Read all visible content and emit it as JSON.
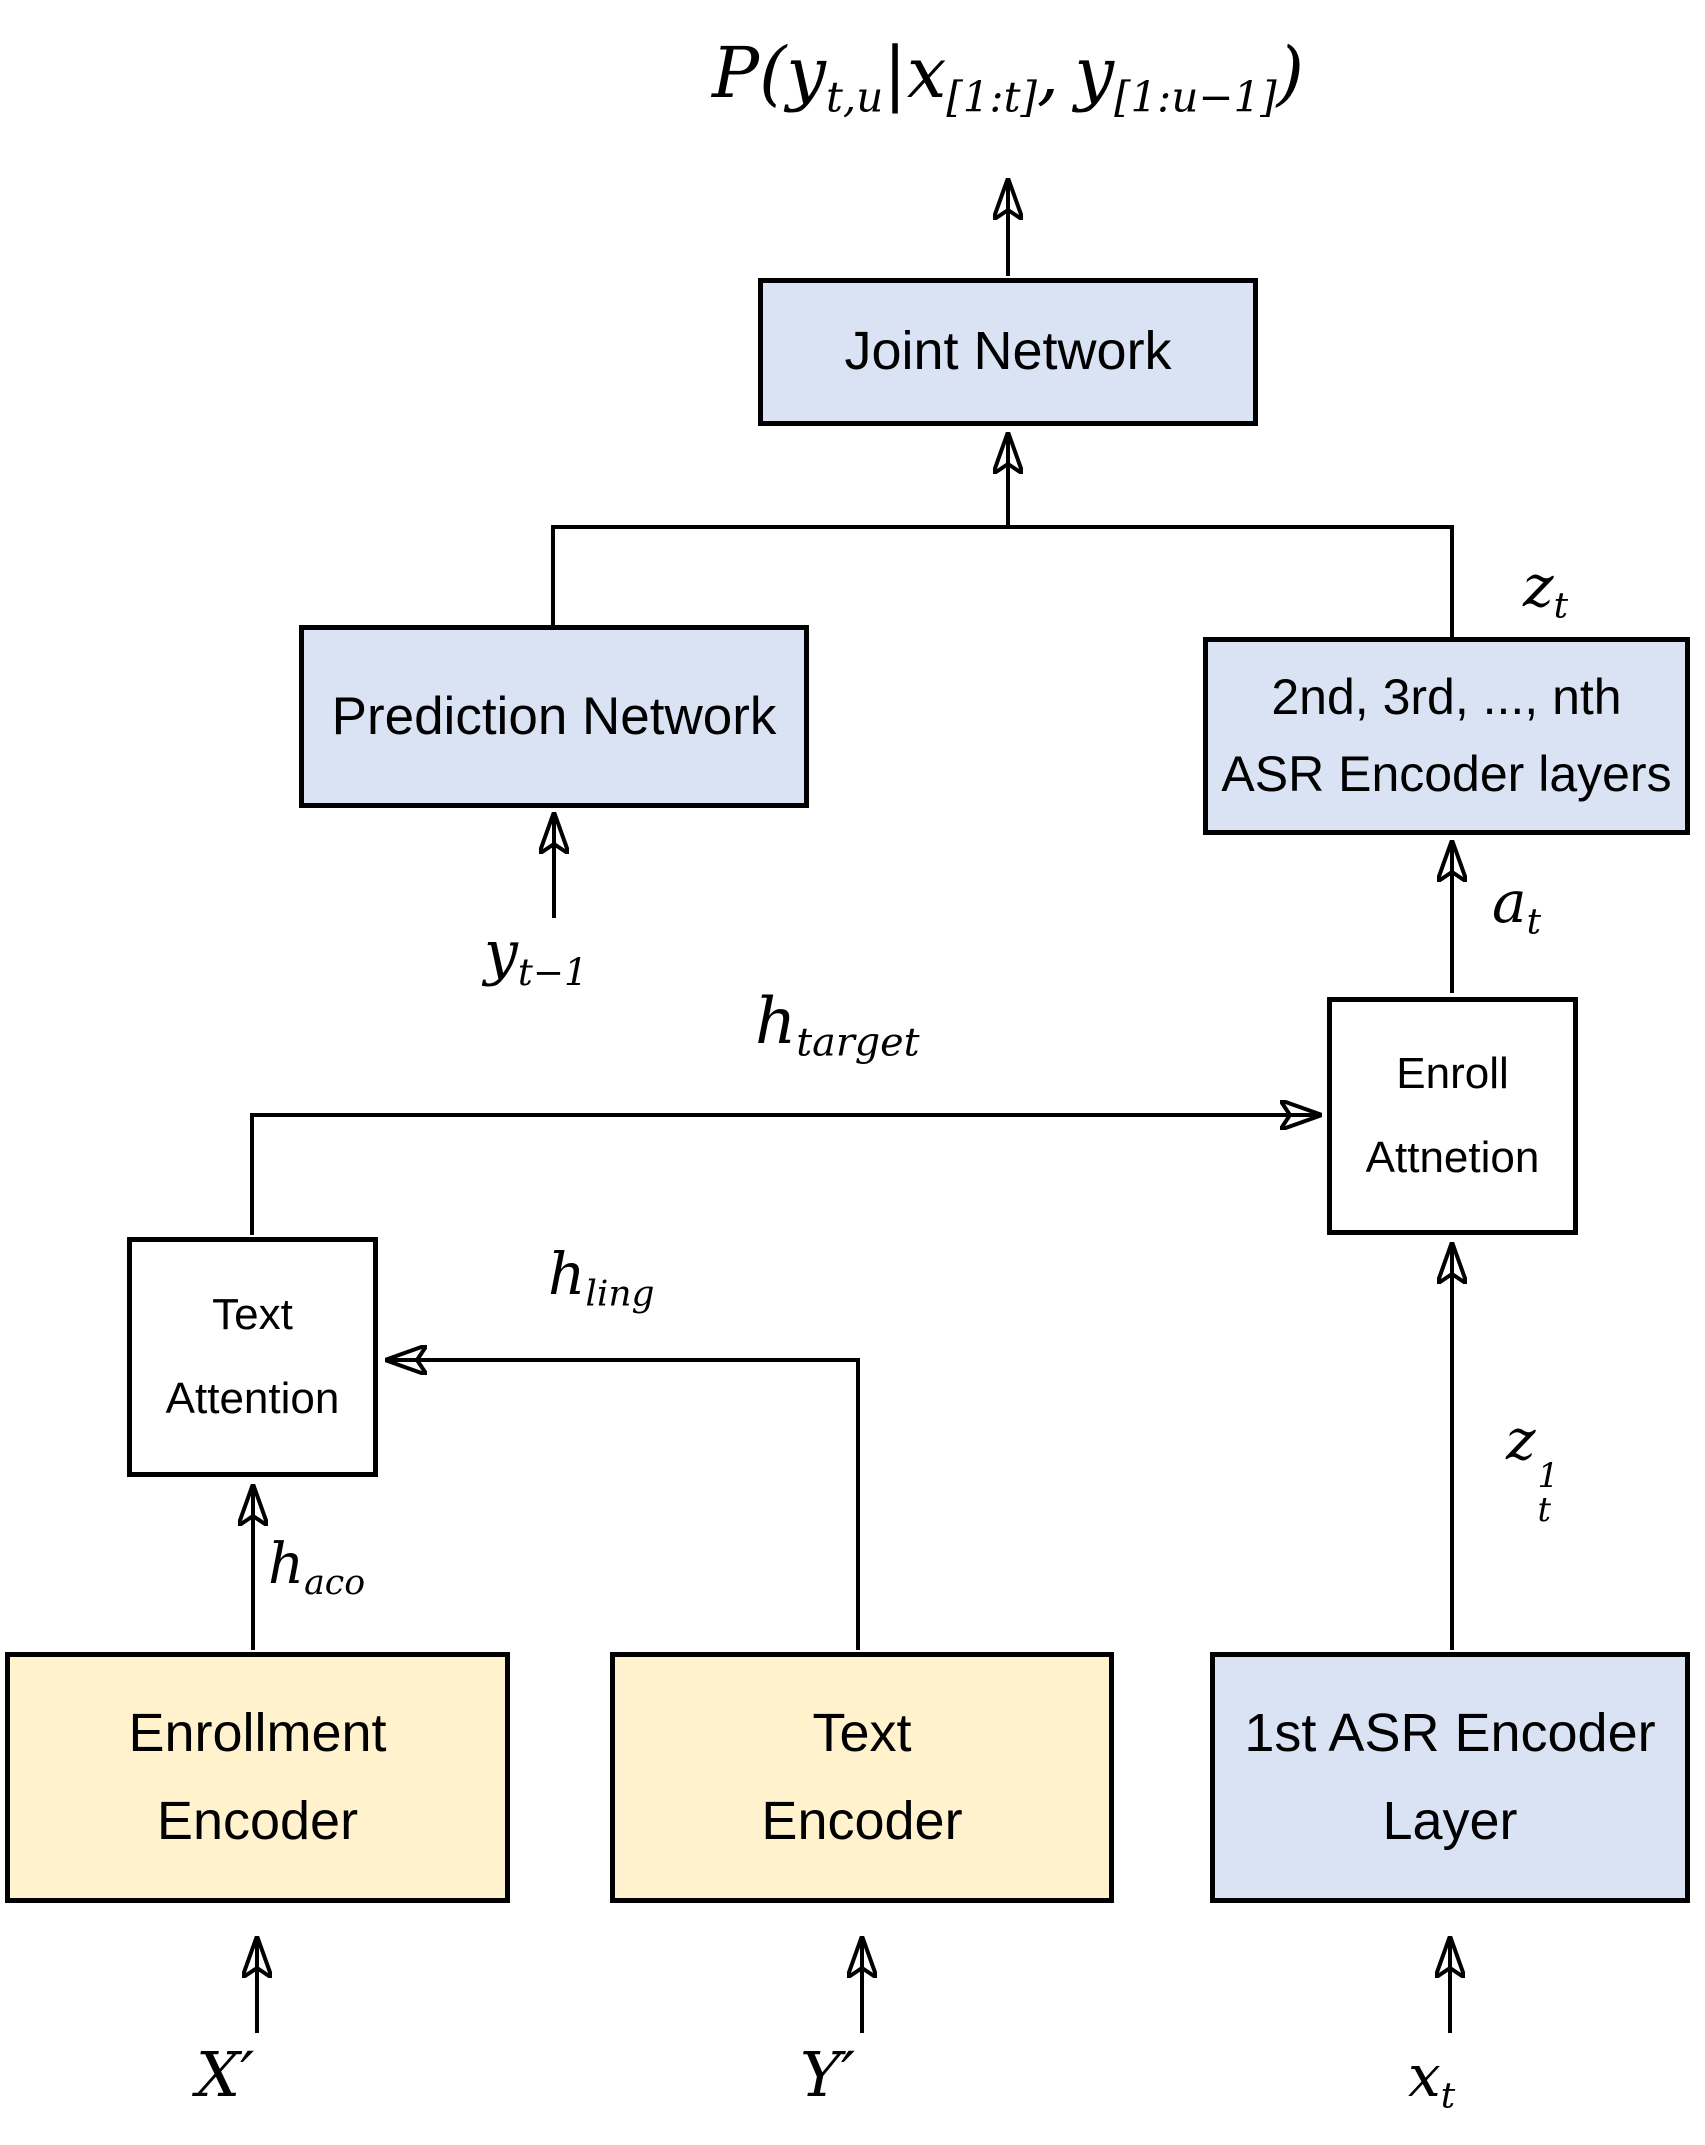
{
  "formula": {
    "p": "P(",
    "y1": "y",
    "y1_sub": "t,u",
    "bar": "|",
    "x": "x",
    "x_sub": "[1:t]",
    "comma": ",",
    "y2": "y",
    "y2_sub": "[1:u−1]",
    "close": ")"
  },
  "boxes": {
    "joint_network": {
      "label": "Joint Network",
      "fill": "#dae3f3"
    },
    "prediction_network": {
      "label": "Prediction Network",
      "fill": "#dae3f3"
    },
    "asr_encoder_layers": {
      "line1": "2nd, 3rd, ..., nth",
      "line2": "ASR Encoder layers",
      "fill": "#dae3f3"
    },
    "enroll_attention": {
      "line1": "Enroll",
      "line2": "Attnetion",
      "fill": "#ffffff"
    },
    "text_attention": {
      "line1": "Text",
      "line2": "Attention",
      "fill": "#ffffff"
    },
    "enrollment_encoder": {
      "line1": "Enrollment",
      "line2": "Encoder",
      "fill": "#fff2cc"
    },
    "text_encoder": {
      "line1": "Text",
      "line2": "Encoder",
      "fill": "#fff2cc"
    },
    "first_asr_encoder_layer": {
      "line1": "1st ASR Encoder",
      "line2": "Layer",
      "fill": "#dae3f3"
    }
  },
  "labels": {
    "z_t": {
      "base": "z",
      "sub": "t"
    },
    "y_t_minus_1": {
      "base": "y",
      "sub": "t−1"
    },
    "h_target": {
      "base": "h",
      "sub": "target"
    },
    "a_t": {
      "base": "a",
      "sub": "t"
    },
    "h_ling": {
      "base": "h",
      "sub": "ling"
    },
    "h_aco": {
      "base": "h",
      "sub": "aco"
    },
    "z_t_1": {
      "base": "z",
      "sup": "1",
      "sub": "t"
    },
    "x_prime": {
      "base": "X",
      "prime": "′"
    },
    "y_prime": {
      "base": "Y",
      "prime": "′"
    },
    "x_t": {
      "base": "x",
      "sub": "t"
    }
  },
  "colors": {
    "node_blue": "#dae3f3",
    "node_cream": "#fff2cc",
    "node_white": "#ffffff",
    "stroke": "#000000",
    "background": "#ffffff"
  }
}
